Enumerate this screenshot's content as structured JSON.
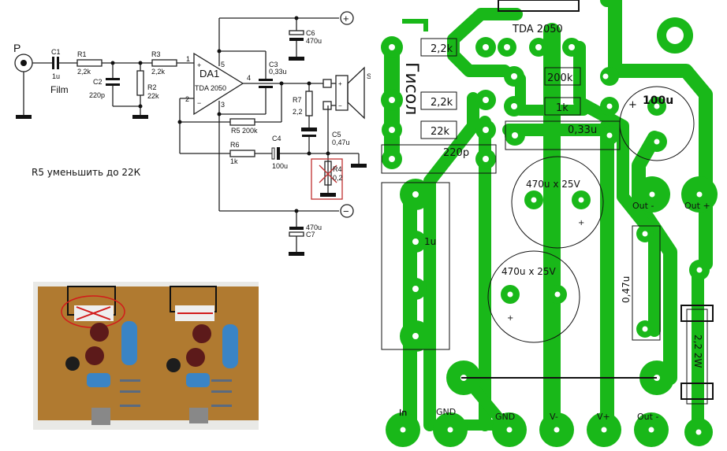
{
  "schematic": {
    "input_label": "P",
    "film_label": "Film",
    "components": [
      {
        "ref": "C1",
        "value": "1u"
      },
      {
        "ref": "R1",
        "value": "2,2k"
      },
      {
        "ref": "C2",
        "value": "220p"
      },
      {
        "ref": "R2",
        "value": "22k"
      },
      {
        "ref": "R3",
        "value": "2,2k"
      },
      {
        "ref": "DA1",
        "value": "TDA 2050"
      },
      {
        "ref": "C3",
        "value": "0,33u"
      },
      {
        "ref": "C6",
        "value": "470u"
      },
      {
        "ref": "R7",
        "value": "2,2"
      },
      {
        "ref": "C5",
        "value": "0,47u"
      },
      {
        "ref": "R5",
        "value": "200k"
      },
      {
        "ref": "R6",
        "value": "1k"
      },
      {
        "ref": "C4",
        "value": "100u"
      },
      {
        "ref": "R4",
        "value": "0,2"
      },
      {
        "ref": "C7",
        "value": "470u"
      }
    ],
    "pins": {
      "p1": "1",
      "p2": "2",
      "p3": "3",
      "p4": "4",
      "p5": "5"
    },
    "speaker_label": "SP",
    "plus_rail": "+",
    "minus_rail": "−",
    "plus_sign": "+",
    "minus_sign": "−"
  },
  "note": "R5 уменьшить до 22К",
  "pcb": {
    "logo": "Гисол",
    "chip_label": "TDA 2050",
    "labels": {
      "r_a": "2,2k",
      "r_b": "2,2k",
      "r_c": "22k",
      "c_220p": "220p",
      "r_200k": "200k",
      "r_1k": "1k",
      "c_033": "0,33u",
      "c_100u": "100u",
      "c_470_top": "470u x 25V",
      "c_470_bot": "470u x 25V",
      "c_1u": "1u",
      "c_047": "0,47u",
      "r_22_2w": "2,2 2W",
      "plus_100": "+",
      "plus_470_top": "+",
      "plus_470_bot": "+"
    },
    "terminals": {
      "in": "In",
      "gnd1": "GND",
      "gnd2": "GND",
      "vminus": "V-",
      "vplus": "V+",
      "outminus_bottom": "Out -",
      "outminus_mid": "Out -",
      "outplus": "Out +"
    },
    "colors": {
      "copper": "#19b819",
      "ink": "#111111"
    }
  },
  "photo": {
    "board_color": "#b07a30",
    "mark_color": "#d21b1b"
  }
}
